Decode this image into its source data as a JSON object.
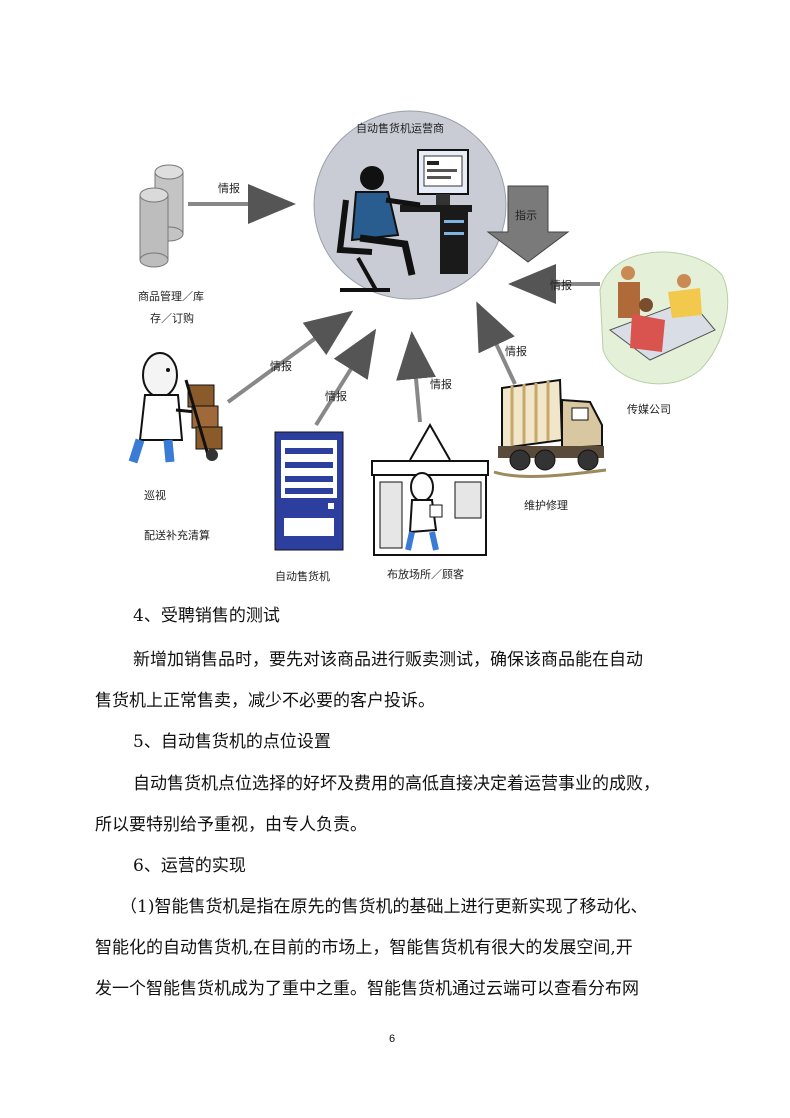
{
  "diagram": {
    "center_label": "自动售货机运营商",
    "nodes": {
      "inventory": "商品管理／库存／订购",
      "inventory_line1": "商品管理／库",
      "inventory_line2": "存／订购",
      "media": "传媒公司",
      "patrol": "巡视",
      "delivery": "配送补充清算",
      "vending_machine": "自动售货机",
      "venue": "布放场所／顾客",
      "maintenance": "维护修理"
    },
    "arrows": {
      "from_inventory": "情报",
      "instruction": "指示",
      "from_media": "情报",
      "from_patrol": "情报",
      "from_vending": "情报",
      "from_venue": "情报",
      "from_maintenance": "情报"
    }
  },
  "content": {
    "h4": "4、受聘销售的测试",
    "p4_line1": "新增加销售品时，要先对该商品进行贩卖测试，确保该商品能在自动",
    "p4_line2": "售货机上正常售卖，减少不必要的客户投诉。",
    "h5": "5、自动售货机的点位设置",
    "p5_line1": "自动售货机点位选择的好坏及费用的高低直接决定着运营事业的成败，",
    "p5_line2": "所以要特别给予重视，由专人负责。",
    "h6": "6、运营的实现",
    "p6_line1": "（1)智能售货机是指在原先的售货机的基础上进行更新实现了移动化、",
    "p6_line2": "智能化的自动售货机,在目前的市场上，智能售货机有很大的发展空间,开",
    "p6_line3": "发一个智能售货机成为了重中之重。智能售货机通过云端可以查看分布网"
  },
  "page_number": "6"
}
